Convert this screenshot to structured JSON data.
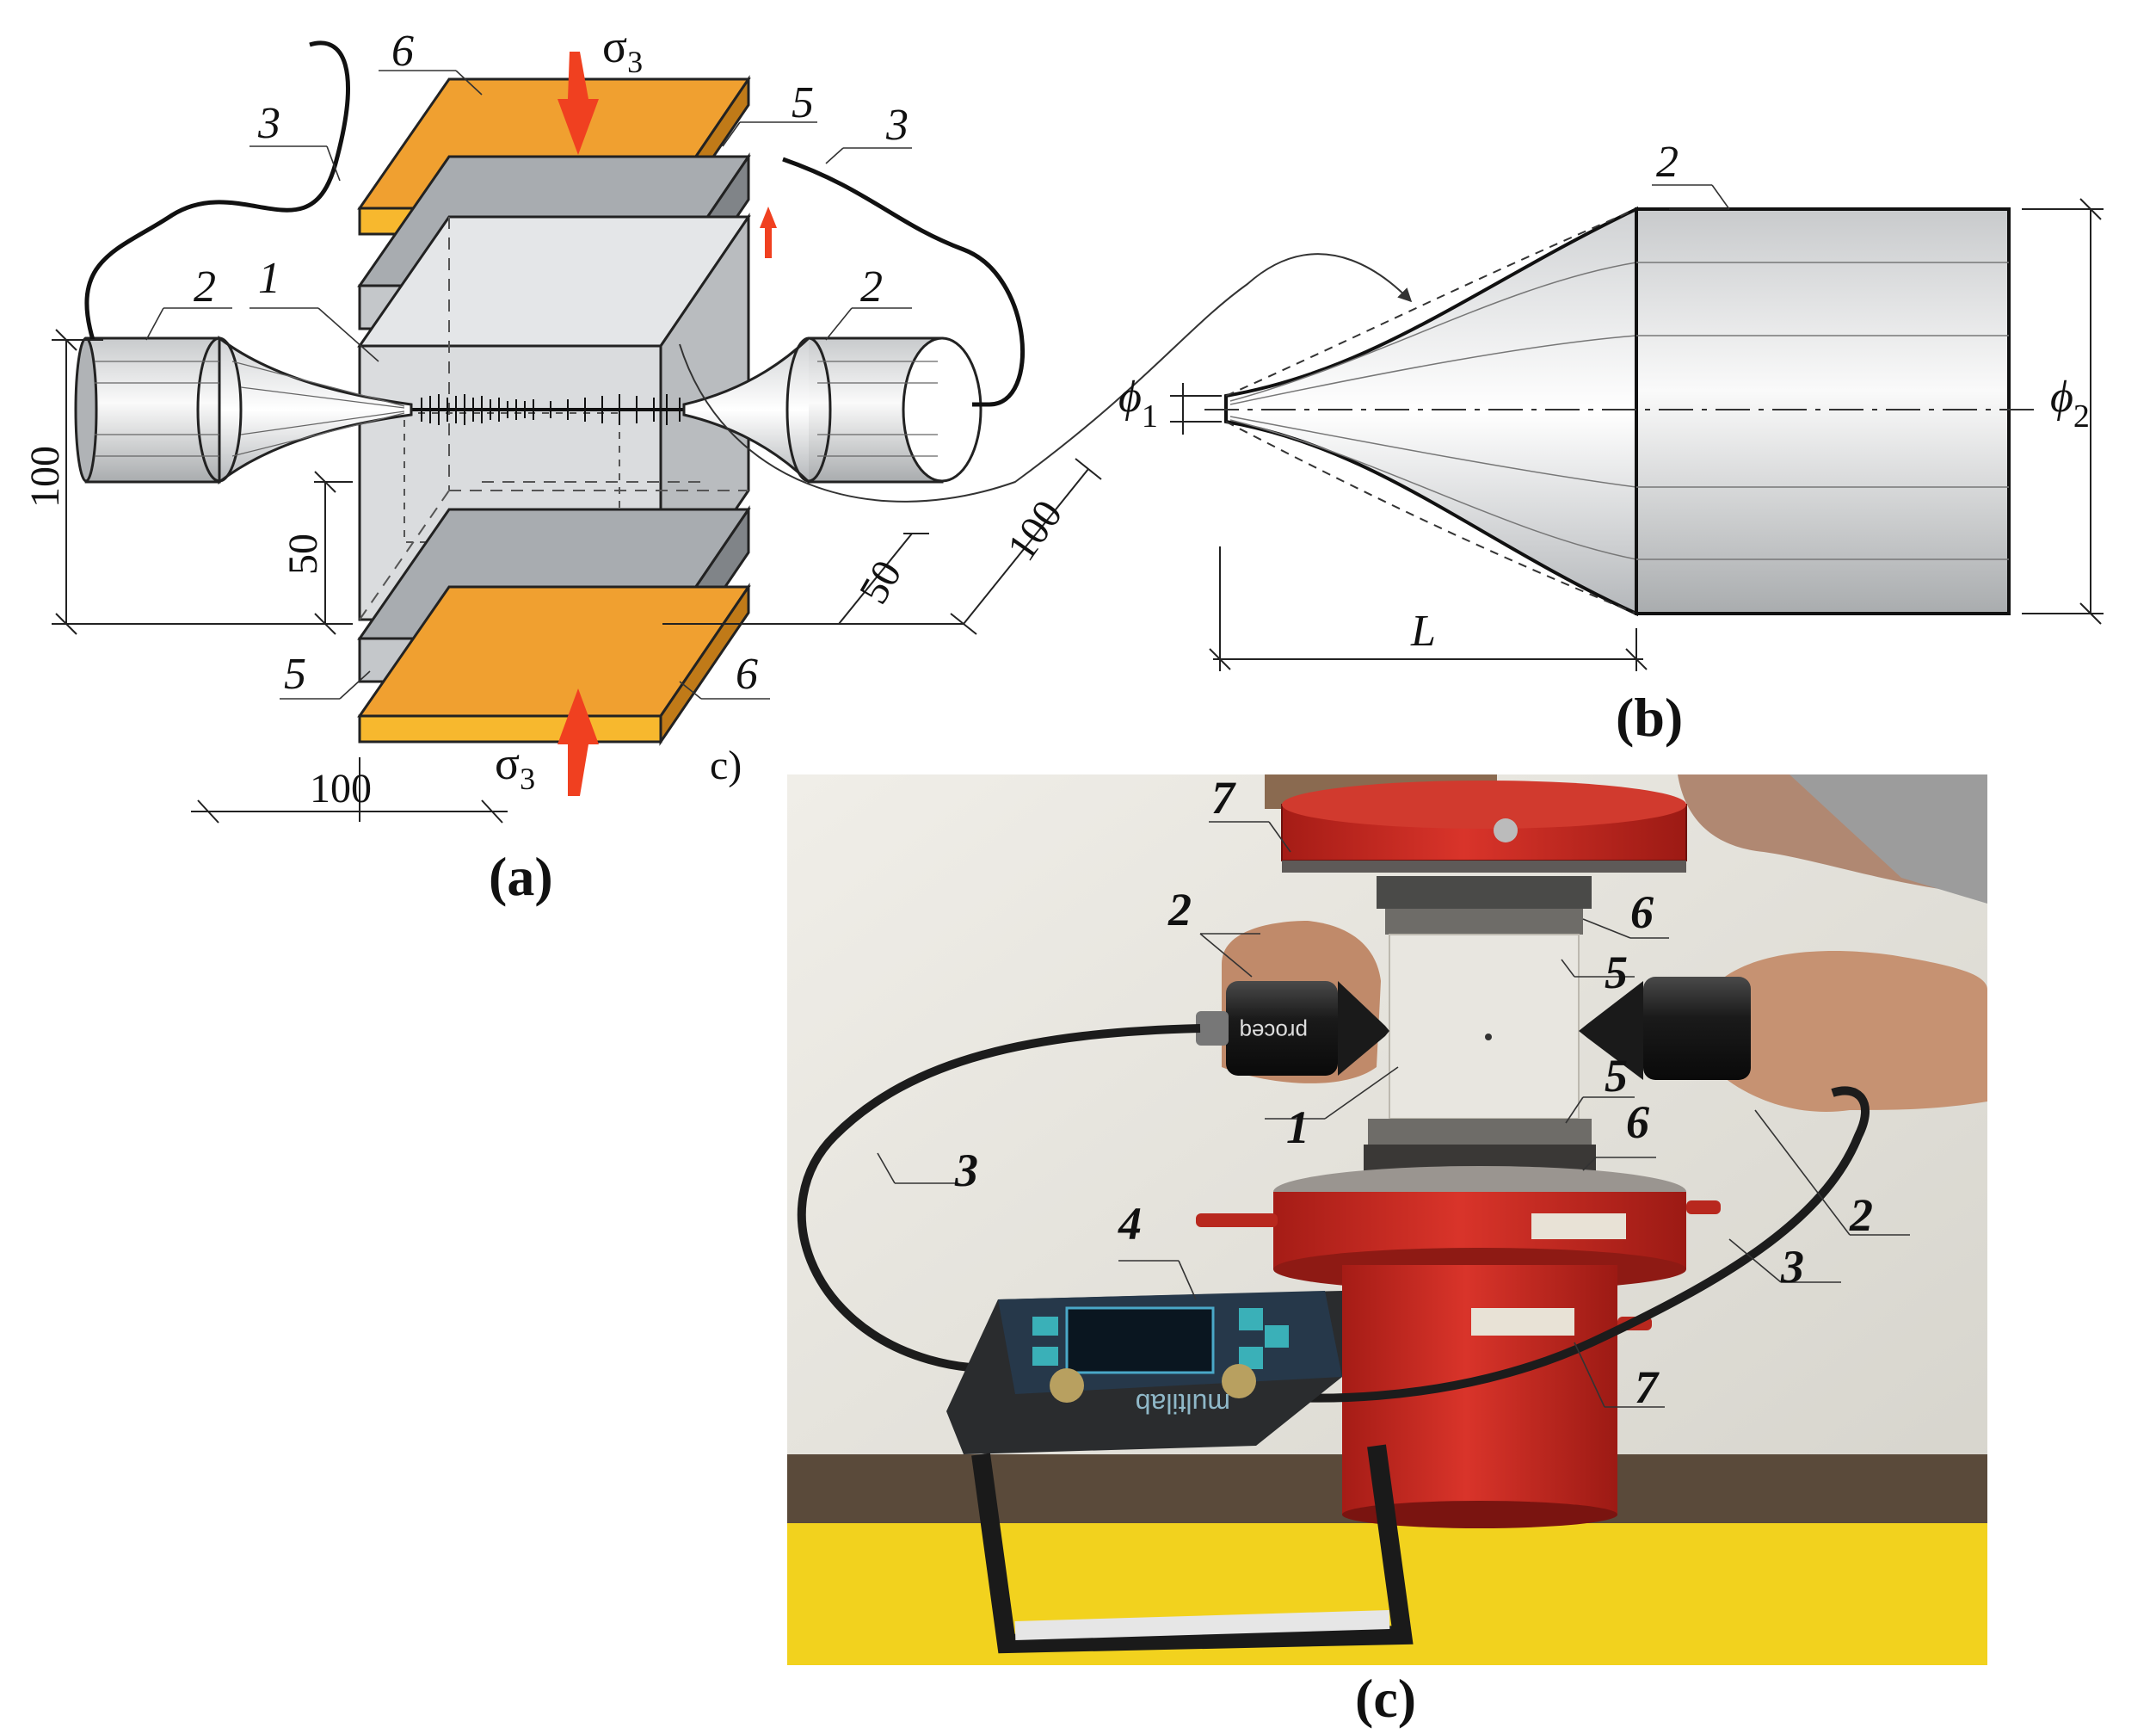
{
  "panel_a": {
    "caption": "(a)",
    "labels": {
      "l1": "1",
      "l2a": "2",
      "l2b": "2",
      "l3a": "3",
      "l3b": "3",
      "l5a": "5",
      "l5b": "5",
      "l6a": "6",
      "l6b": "6"
    },
    "dims": {
      "d100_left": "100",
      "d50_left": "50",
      "d50_right": "50",
      "d100_right": "100",
      "d100_bottom": "100"
    },
    "sigma_top": "σ",
    "sigma_top_sub": "3",
    "sigma_bottom": "σ",
    "sigma_bottom_sub": "3",
    "stray": "c)"
  },
  "panel_b": {
    "caption": "(b)",
    "label_2": "2",
    "phi1": "ϕ",
    "phi1_sub": "1",
    "phi2": "ϕ",
    "phi2_sub": "2",
    "length": "L"
  },
  "panel_c": {
    "caption": "(c)",
    "labels": {
      "l1": "1",
      "l2a": "2",
      "l2b": "2",
      "l3a": "3",
      "l3b": "3",
      "l4": "4",
      "l5a": "5",
      "l5b": "5",
      "l6a": "6",
      "l6b": "6",
      "l7a": "7",
      "l7b": "7"
    },
    "device_text": "multilab",
    "probe_text": "proceq"
  },
  "colors": {
    "plate_orange": "#f0a030",
    "plate_gray": "#a8acb0",
    "specimen": "#d9dcde",
    "stress_arrow": "#f04020",
    "press_red": "#c8261e",
    "wall": "#e6e4dc",
    "floor_yellow": "#f2d21e"
  }
}
